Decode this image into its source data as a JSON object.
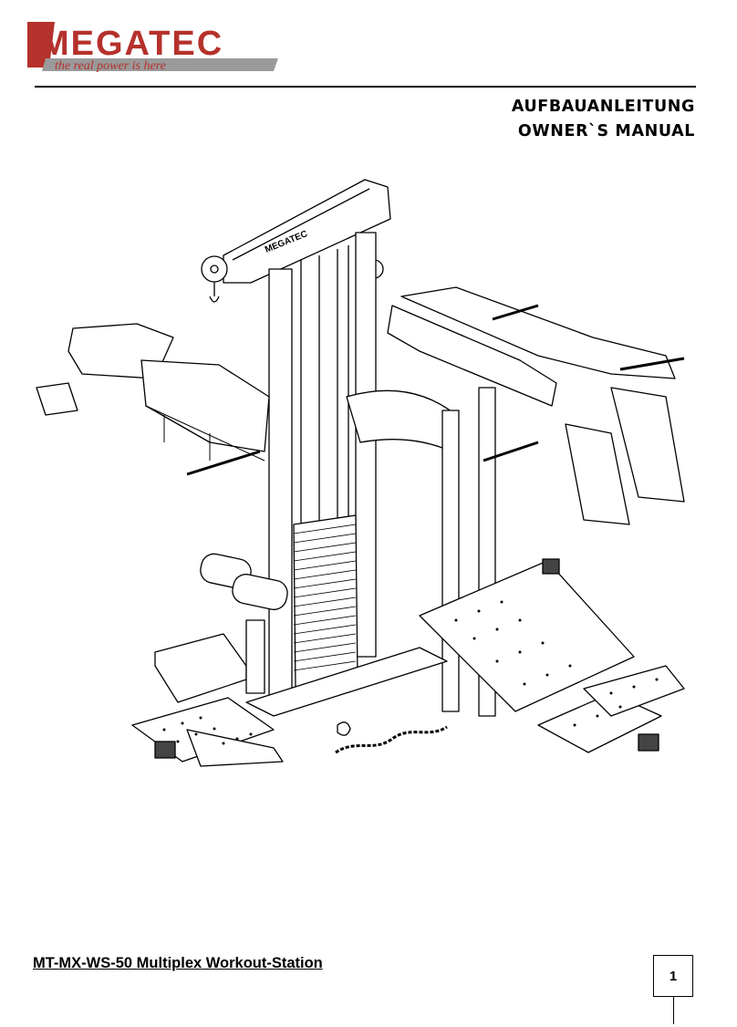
{
  "brand": {
    "name": "MEGATEC",
    "slogan": "the real power is here",
    "logo_color": "#b5312c",
    "logo_grey": "#8a8a8a"
  },
  "header": {
    "title_de": "AUFBAUANLEITUNG",
    "title_en": "OWNER`S MANUAL"
  },
  "illustration": {
    "subject": "multi-station home gym line drawing",
    "frame_label": "MEGATEC"
  },
  "footer": {
    "product_title": "MT-MX-WS-50 Multiplex Workout-Station",
    "page_number": "1"
  }
}
